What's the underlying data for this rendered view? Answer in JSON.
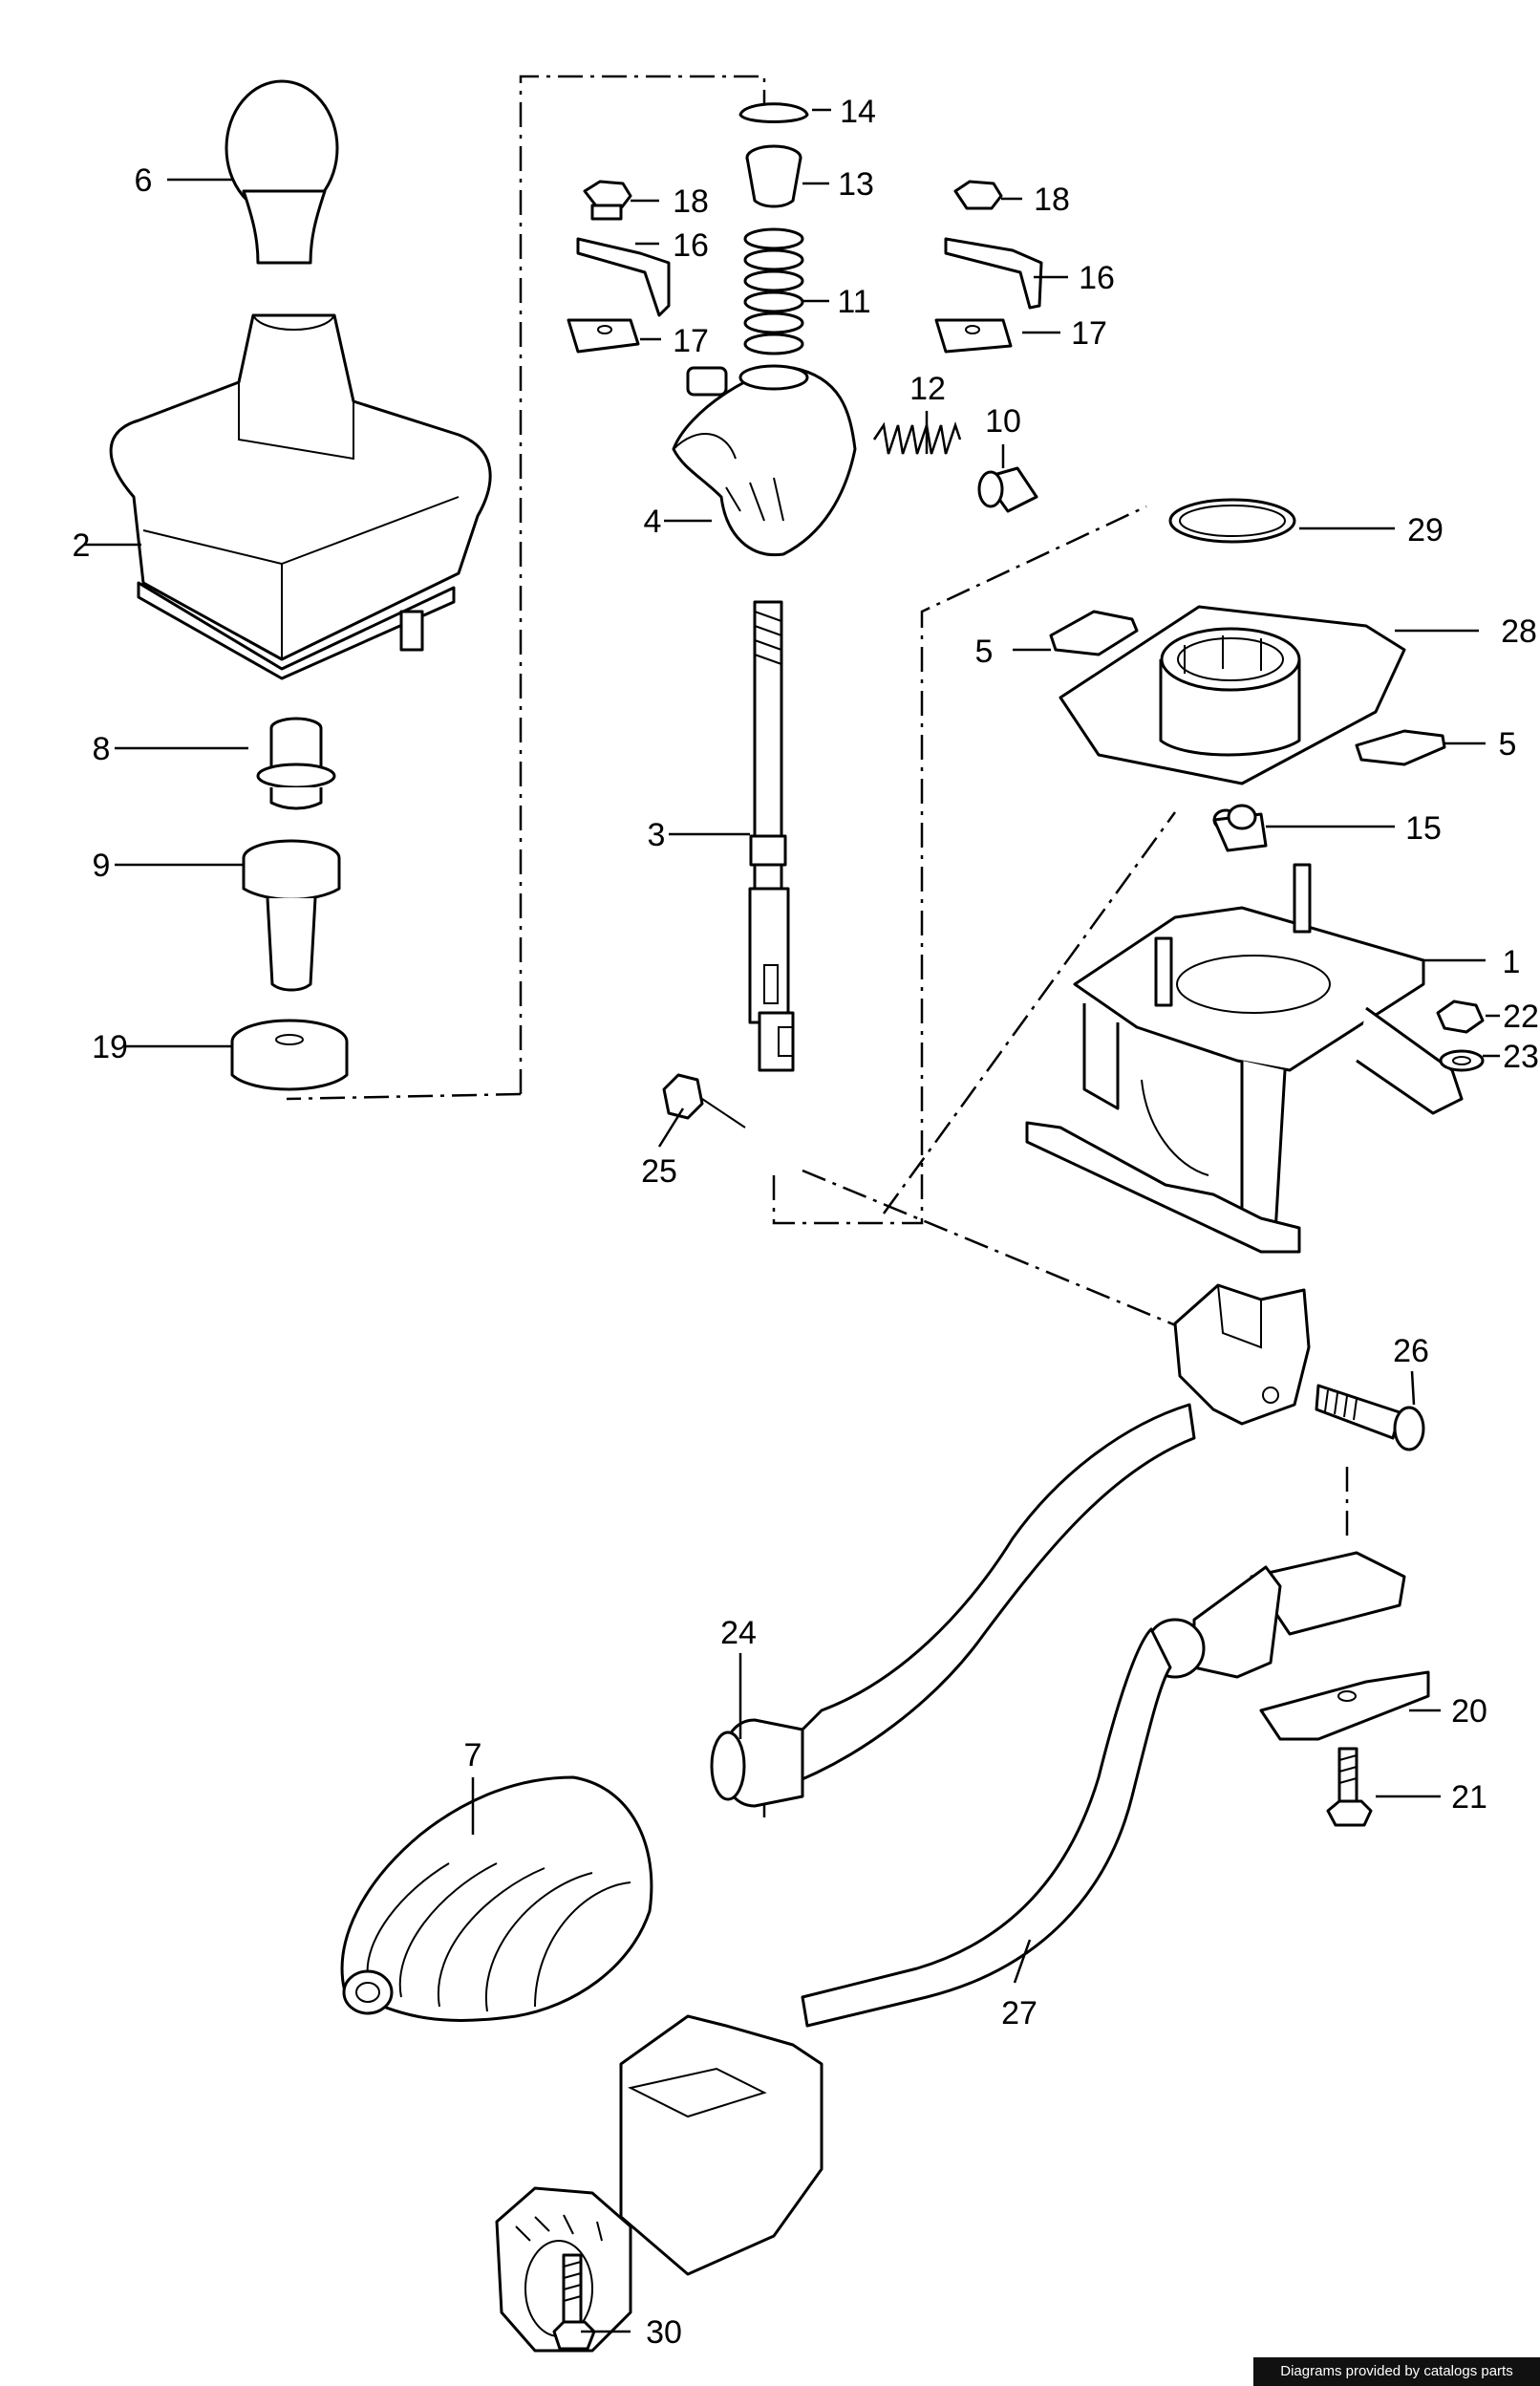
{
  "callouts": [
    {
      "id": "c1",
      "label": "1"
    },
    {
      "id": "c2",
      "label": "2"
    },
    {
      "id": "c3",
      "label": "3"
    },
    {
      "id": "c4",
      "label": "4"
    },
    {
      "id": "c5a",
      "label": "5"
    },
    {
      "id": "c5b",
      "label": "5"
    },
    {
      "id": "c6",
      "label": "6"
    },
    {
      "id": "c7",
      "label": "7"
    },
    {
      "id": "c8",
      "label": "8"
    },
    {
      "id": "c9",
      "label": "9"
    },
    {
      "id": "c10",
      "label": "10"
    },
    {
      "id": "c11",
      "label": "11"
    },
    {
      "id": "c12",
      "label": "12"
    },
    {
      "id": "c13",
      "label": "13"
    },
    {
      "id": "c14",
      "label": "14"
    },
    {
      "id": "c15",
      "label": "15"
    },
    {
      "id": "c16a",
      "label": "16"
    },
    {
      "id": "c16b",
      "label": "16"
    },
    {
      "id": "c17a",
      "label": "17"
    },
    {
      "id": "c17b",
      "label": "17"
    },
    {
      "id": "c18a",
      "label": "18"
    },
    {
      "id": "c18b",
      "label": "18"
    },
    {
      "id": "c19",
      "label": "19"
    },
    {
      "id": "c20",
      "label": "20"
    },
    {
      "id": "c21",
      "label": "21"
    },
    {
      "id": "c22",
      "label": "22"
    },
    {
      "id": "c23",
      "label": "23"
    },
    {
      "id": "c24",
      "label": "24"
    },
    {
      "id": "c25",
      "label": "25"
    },
    {
      "id": "c26",
      "label": "26"
    },
    {
      "id": "c27",
      "label": "27"
    },
    {
      "id": "c28",
      "label": "28"
    },
    {
      "id": "c29",
      "label": "29"
    },
    {
      "id": "c30",
      "label": "30"
    }
  ],
  "credit": "Diagrams provided by catalogs parts"
}
